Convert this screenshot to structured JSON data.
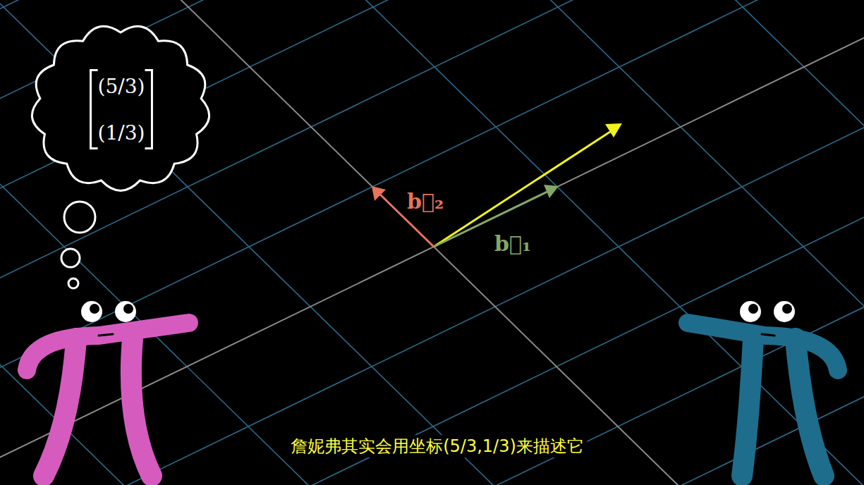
{
  "diagram": {
    "nodes": [
      {
        "text": [
          "(5/3)",
          "(1/3)"
        ]
      }
    ],
    "labels": [
      "b⃗₂",
      "b⃗₁",
      "詹妮弗其实会用坐标(5/3,1/3)来描述它"
    ]
  }
}
